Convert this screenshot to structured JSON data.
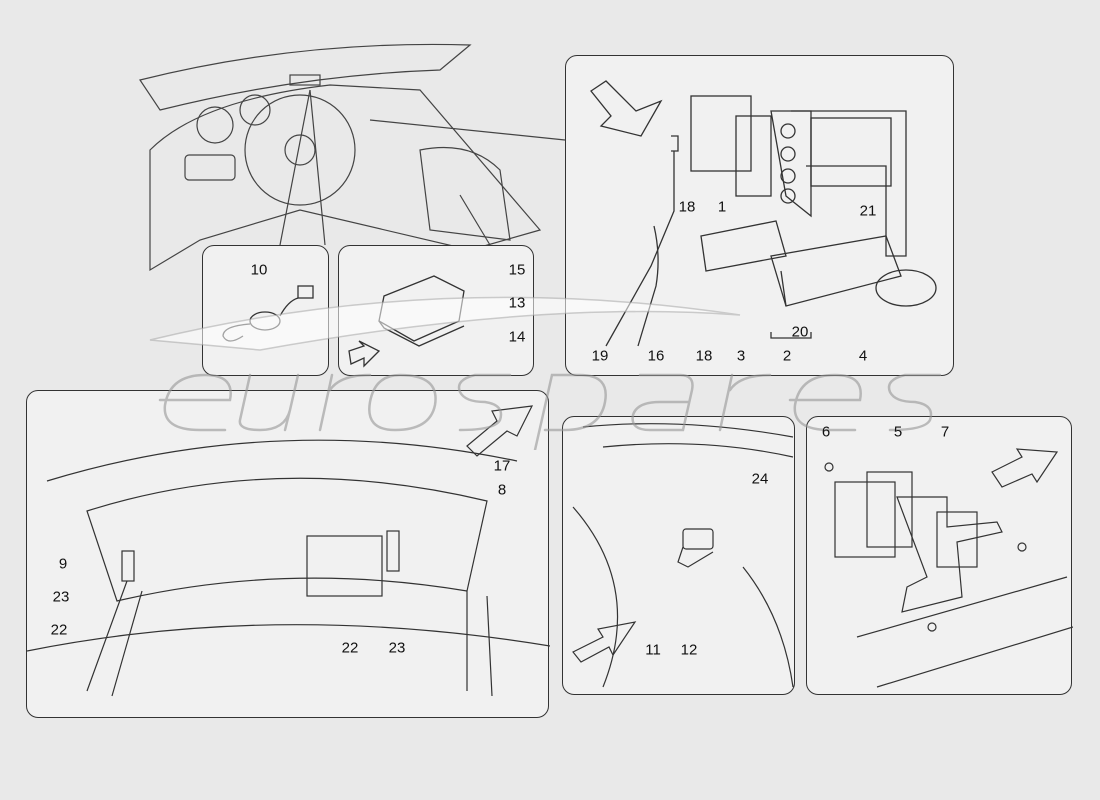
{
  "watermark": "eurospares",
  "diagram": {
    "panel_top_right": {
      "labels": [
        "18",
        "1",
        "21",
        "19",
        "16",
        "18",
        "3",
        "2",
        "20",
        "4"
      ]
    },
    "panel_small_left": {
      "labels": [
        "10"
      ]
    },
    "panel_small_middle": {
      "labels": [
        "15",
        "13",
        "14"
      ]
    },
    "panel_bottom_left": {
      "labels": [
        "17",
        "8",
        "9",
        "23",
        "22",
        "22",
        "23"
      ]
    },
    "panel_bottom_middle": {
      "labels": [
        "24",
        "11",
        "12"
      ]
    },
    "panel_bottom_right": {
      "labels": [
        "6",
        "5",
        "7"
      ]
    }
  },
  "colors": {
    "line": "#333333",
    "background": "#e9e9e9",
    "panel": "#f1f1f1"
  }
}
